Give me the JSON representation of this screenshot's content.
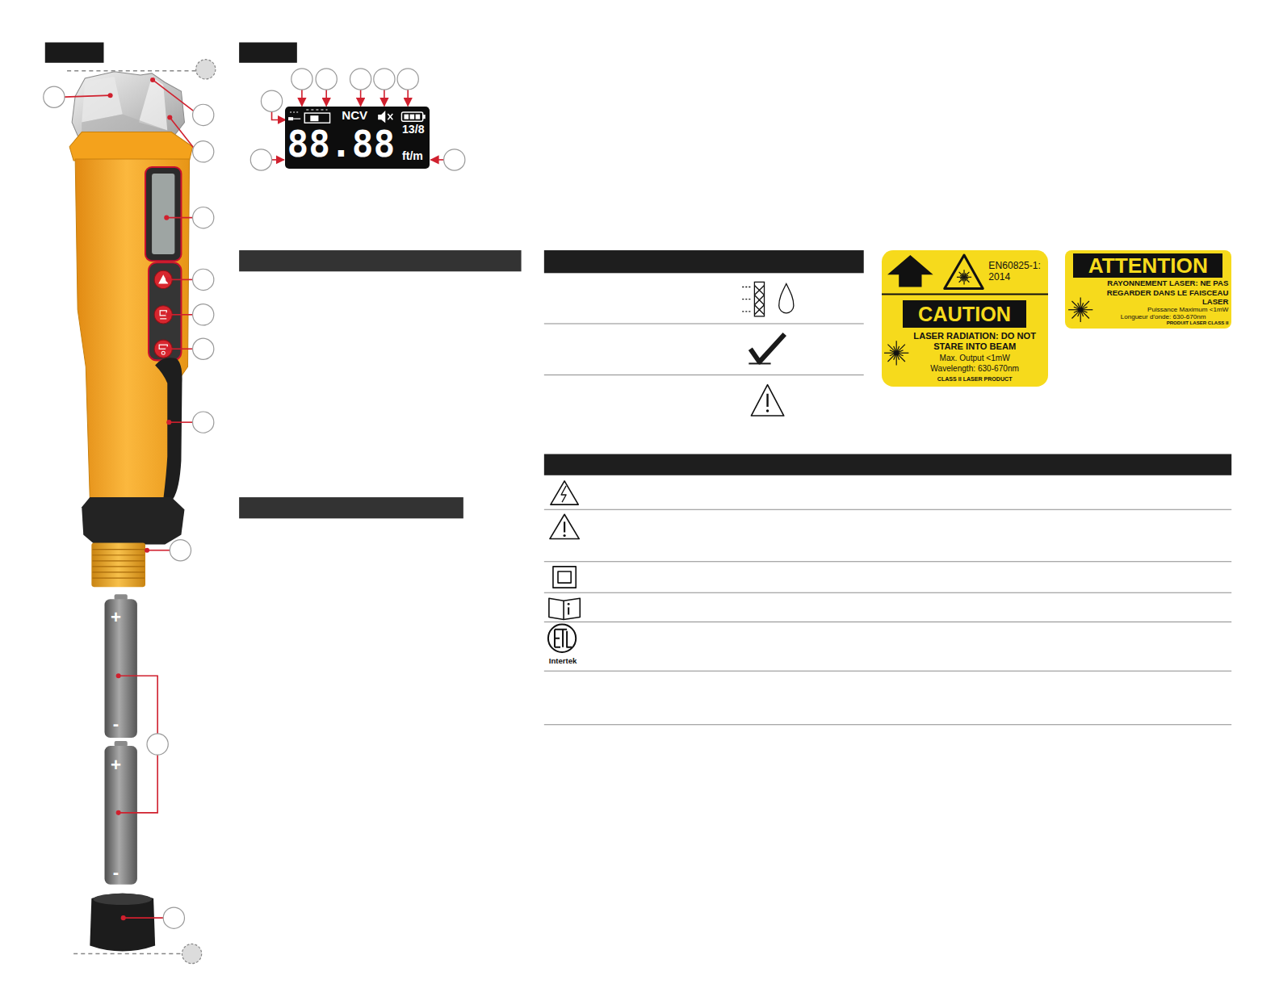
{
  "diagram": {
    "nodes": [
      {
        "text": [
          "NCV",
          "88.88",
          "13/8",
          "ft/m"
        ]
      },
      {
        "text": [
          "EN60825-1: 2014",
          "CAUTION",
          "LASER RADIATION: DO NOT STARE INTO BEAM",
          "Max. Output <1mW",
          "Wavelength: 630-670nm",
          "CLASS II LASER PRODUCT"
        ]
      },
      {
        "text": [
          "ATTENTION",
          "RAYONNEMENT LASER: NE PAS REGARDER DANS LE FAISCEAU LASER",
          "Puissance Maximum <1mW",
          "Longueur d'onde: 630-670nm",
          "PRODUIT LASER CLASS II"
        ]
      }
    ],
    "labels": [
      "+",
      "-",
      "+",
      "-",
      "Intertek"
    ]
  }
}
